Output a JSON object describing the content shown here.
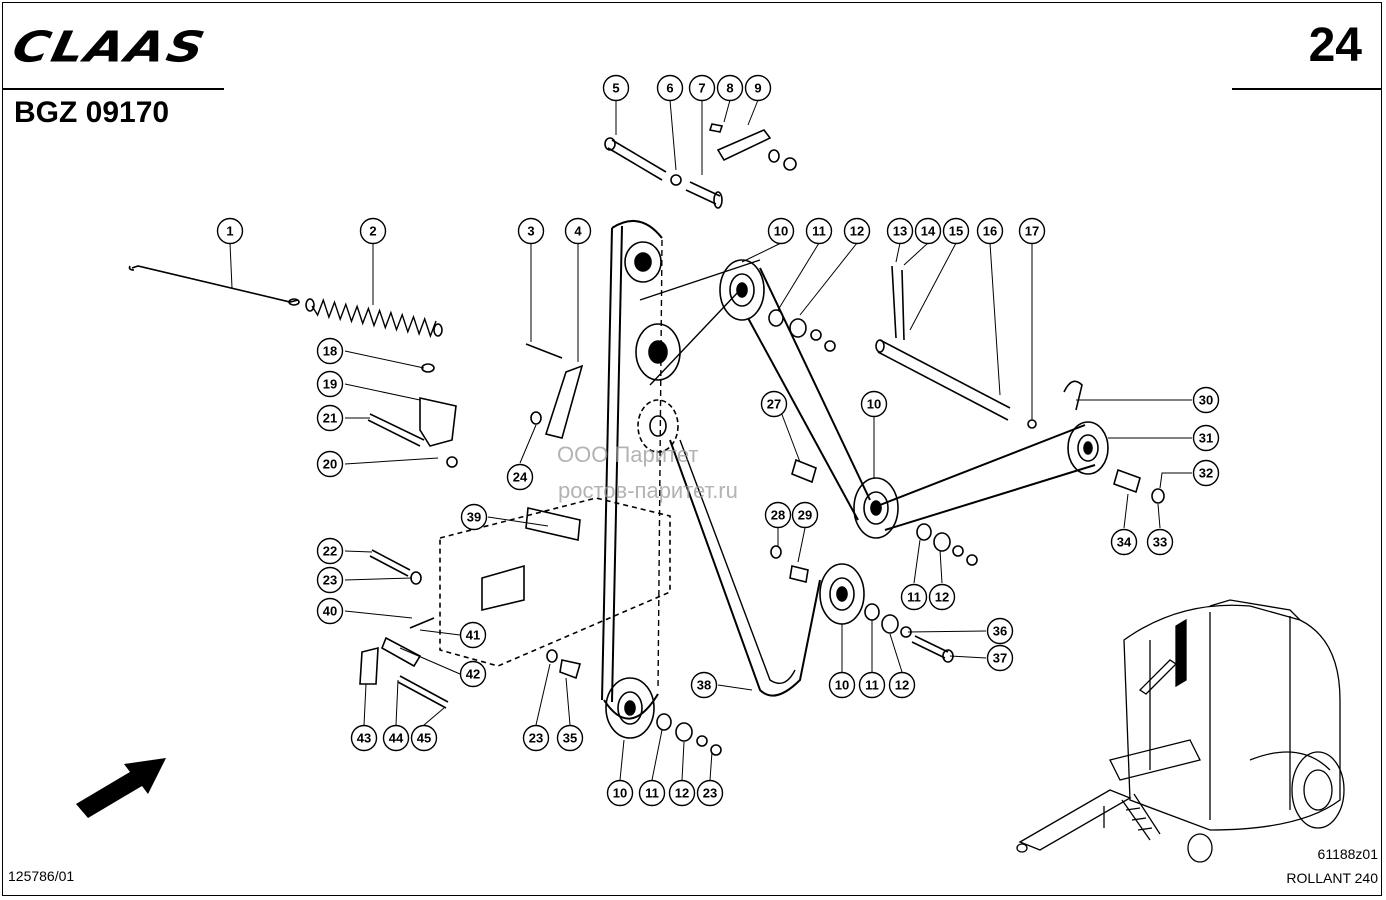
{
  "header": {
    "brand_logo_text": "CLAAS",
    "model_code": "BGZ 09170",
    "page_number": "24"
  },
  "footer": {
    "document_number": "125786/01",
    "figure_code": "61188z01",
    "product_name": "ROLLANT 240"
  },
  "watermark": {
    "line1": "ООО Паритет",
    "line2": "ростов-паритет.ru"
  },
  "callouts": [
    "1",
    "2",
    "3",
    "4",
    "5",
    "6",
    "7",
    "8",
    "9",
    "10",
    "11",
    "12",
    "13",
    "14",
    "15",
    "16",
    "17",
    "18",
    "19",
    "20",
    "21",
    "22",
    "23",
    "24",
    "27",
    "28",
    "29",
    "30",
    "31",
    "32",
    "33",
    "34",
    "35",
    "36",
    "37",
    "38",
    "39",
    "40",
    "41",
    "42",
    "43",
    "44",
    "45"
  ]
}
